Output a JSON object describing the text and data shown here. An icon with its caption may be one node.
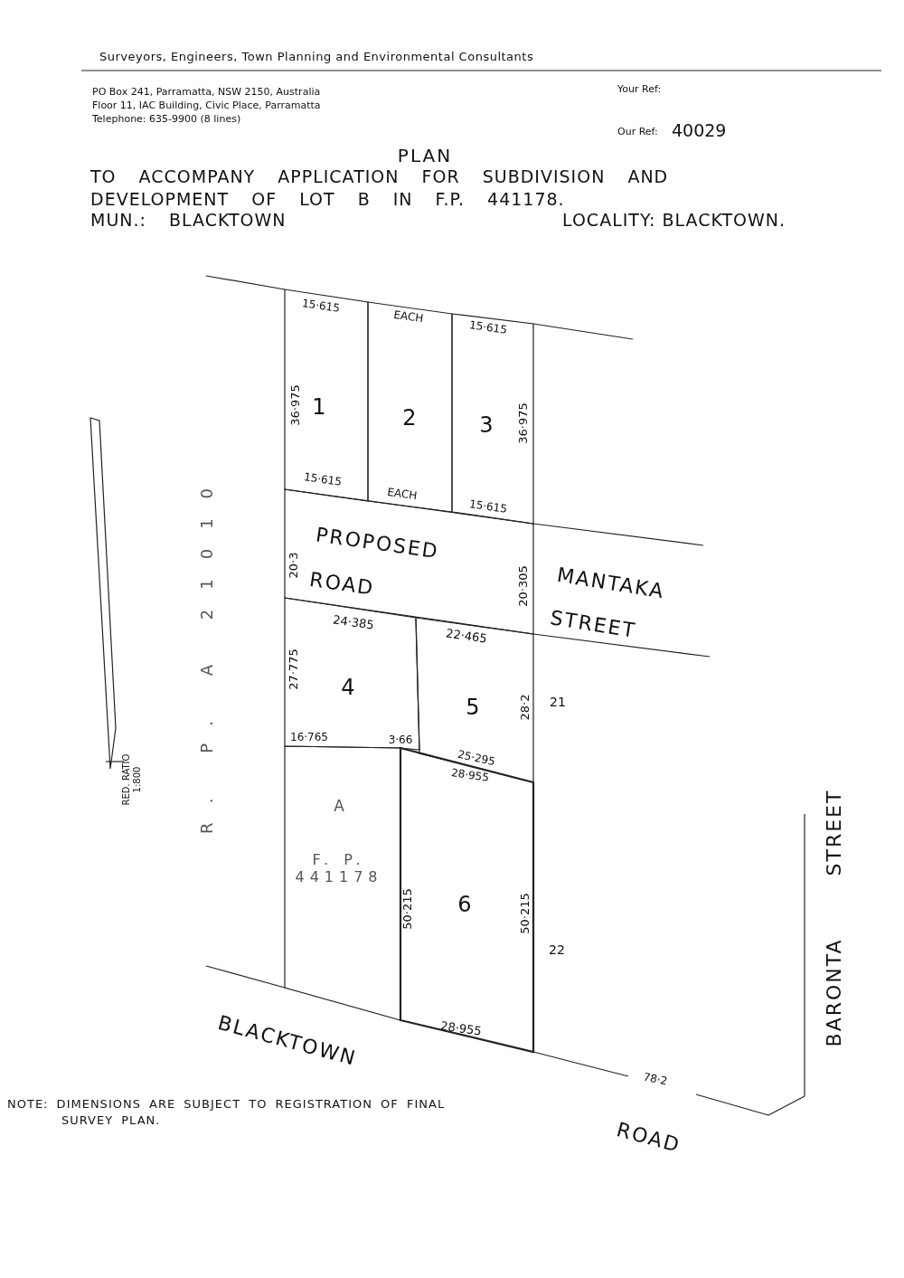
{
  "diagram": {
    "title": "PLAN",
    "nodes": [
      {
        "text": [
          "1"
        ]
      },
      {
        "text": [
          "2"
        ]
      },
      {
        "text": [
          "3"
        ]
      },
      {
        "text": [
          "PROPOSED ROAD"
        ]
      },
      {
        "text": [
          "4"
        ]
      },
      {
        "text": [
          "5"
        ]
      },
      {
        "text": [
          "A",
          "F. P. 441178"
        ]
      },
      {
        "text": [
          "6"
        ]
      }
    ],
    "labels": [
      "Surveyors, Engineers, Town Planning and Environmental Consultants",
      "PO Box 241, Parramatta, NSW 2150, Australia",
      "Floor 11, IAC Building, Civic Place, Parramatta",
      "Telephone: 635-9900 (8 lines)",
      "Your Ref:",
      "Our Ref:",
      "40029",
      "TO ACCOMPANY APPLICATION FOR SUBDIVISION AND DEVELOPMENT OF LOT B IN F.P. 441178.",
      "MUN.: BLACKTOWN",
      "LOCALITY: BLACKTOWN.",
      "15·615",
      "EACH",
      "15·615",
      "36·975",
      "36·975",
      "15·615",
      "EACH",
      "15·615",
      "20·3",
      "20·305",
      "MANTAKA STREET",
      "24·385",
      "22·465",
      "27·775",
      "28·2",
      "21",
      "16·765",
      "3·66",
      "25·295",
      "28·955",
      "R. P. A 21010",
      "RED. RATIO 1:800",
      "BARONTA STREET",
      "50·215",
      "50·215",
      "22",
      "28·955",
      "BLACKTOWN ROAD",
      "78·2",
      "NOTE: DIMENSIONS ARE SUBJECT TO REGISTRATION OF FINAL SURVEY PLAN."
    ]
  }
}
